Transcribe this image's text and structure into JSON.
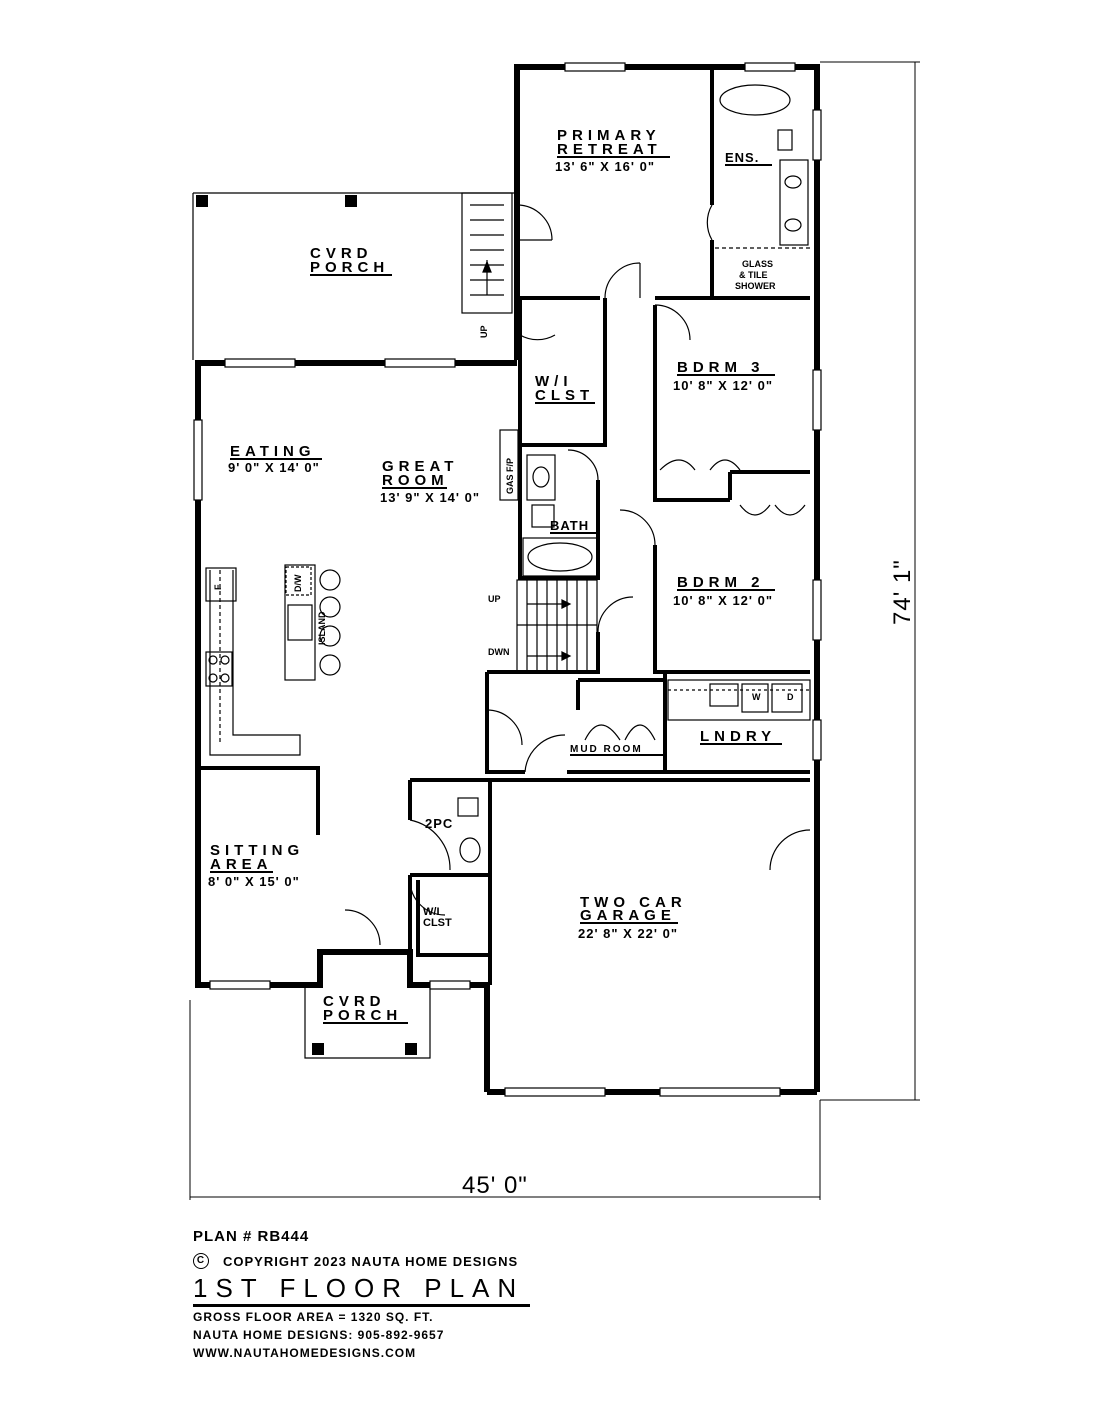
{
  "plan": {
    "rooms": {
      "primary_retreat": {
        "line1": "PRIMARY",
        "line2": "RETREAT",
        "dims": "13' 6\" X 16' 0\""
      },
      "ensuite": {
        "label": "ENS."
      },
      "shower": {
        "line1": "GLASS",
        "line2": "& TILE",
        "line3": "SHOWER"
      },
      "covered_porch_rear": {
        "line1": "CVRD",
        "line2": "PORCH"
      },
      "walk_in_closet_primary": {
        "line1": "W/I",
        "line2": "CLST"
      },
      "bedroom_3": {
        "label": "BDRM  3",
        "dims": "10' 8\" X 12' 0\""
      },
      "bedroom_2": {
        "label": "BDRM  2",
        "dims": "10' 8\" X 12' 0\""
      },
      "eating": {
        "label": "EATING",
        "dims": "9' 0\" X 14' 0\""
      },
      "great_room": {
        "line1": "GREAT",
        "line2": "ROOM",
        "dims": "13' 9\" X 14' 0\""
      },
      "bath": {
        "label": "BATH"
      },
      "fireplace": {
        "label": "GAS F/P"
      },
      "island": {
        "label": "ISLAND",
        "dishwasher": "D/W",
        "fridge": "F"
      },
      "stairs": {
        "up": "UP",
        "down": "DWN",
        "porch_up": "UP"
      },
      "laundry": {
        "label": "LNDRY",
        "washer": "W",
        "dryer": "D"
      },
      "mud_room": {
        "label": "MUD ROOM"
      },
      "powder_room": {
        "label": "2PC"
      },
      "sitting_area": {
        "line1": "SITTING",
        "line2": "AREA",
        "dims": "8' 0\" X 15' 0\""
      },
      "walk_in_closet_front": {
        "line1": "W/I",
        "line2": "CLST"
      },
      "garage": {
        "line1": "TWO CAR",
        "line2": "GARAGE",
        "dims": "22' 8\" X 22' 0\""
      },
      "covered_porch_front": {
        "line1": "CVRD",
        "line2": "PORCH"
      }
    },
    "dimensions": {
      "width": "45' 0\"",
      "depth": "74' 1\""
    }
  },
  "info": {
    "plan_number": "PLAN # RB444",
    "copyright_symbol": "C",
    "copyright": "COPYRIGHT 2023 NAUTA HOME DESIGNS",
    "title": "1ST FLOOR PLAN",
    "gross_area": "GROSS  FLOOR AREA  =   1320   SQ. FT.",
    "phone": "NAUTA HOME DESIGNS:  905-892-9657",
    "website": "WWW.NAUTAHOMEDESIGNS.COM"
  }
}
